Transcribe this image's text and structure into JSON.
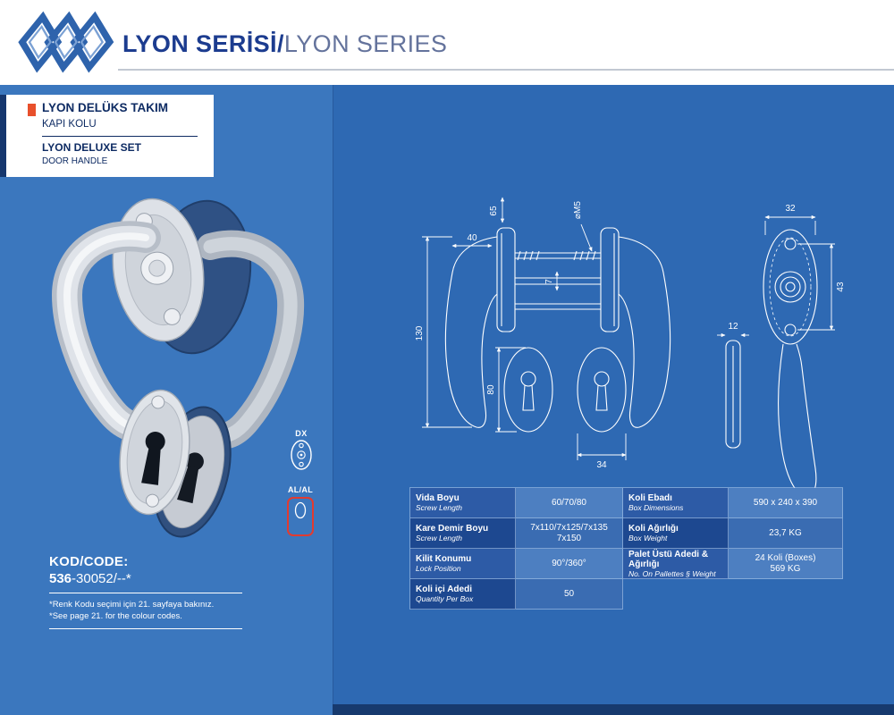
{
  "header": {
    "series_bold": "LYON SERİSİ/",
    "series_light": "LYON SERIES"
  },
  "panel": {
    "name_tr": "LYON DELÜKS TAKIM",
    "sub_tr": "KAPI KOLU",
    "name_en": "LYON DELUXE SET",
    "sub_en": "DOOR HANDLE"
  },
  "badges": {
    "dx": "DX",
    "alal": "AL/AL"
  },
  "code": {
    "label": "KOD/CODE:",
    "bold": "536",
    "rest": "-30052/--*"
  },
  "notes": {
    "tr": "*Renk Kodu seçimi için 21. sayfaya bakınız.",
    "en": "*See page 21. for the colour codes."
  },
  "dims": {
    "d65": "65",
    "d40": "40",
    "dm5": "⌀M5",
    "d7": "7",
    "d130": "130",
    "d80": "80",
    "d34": "34",
    "d32": "32",
    "d43": "43",
    "d12": "12"
  },
  "table": {
    "rows": [
      {
        "label_tr": "Vida Boyu",
        "label_en": "Screw Length",
        "value": "60/70/80",
        "label2_tr": "Koli Ebadı",
        "label2_en": "Box Dimensions",
        "value2": "590 x 240 x 390"
      },
      {
        "label_tr": "Kare Demir Boyu",
        "label_en": "Screw Length",
        "value": "7x110/7x125/7x135\n7x150",
        "label2_tr": "Koli Ağırlığı",
        "label2_en": "Box Weight",
        "value2": "23,7 KG"
      },
      {
        "label_tr": "Kilit Konumu",
        "label_en": "Lock Position",
        "value": "90°/360°",
        "label2_tr": "Palet Üstü Adedi & Ağırlığı",
        "label2_en": "No. On Pallettes § Weight",
        "value2": "24 Koli (Boxes)\n569 KG"
      },
      {
        "label_tr": "Koli içi Adedi",
        "label_en": "Quantity Per Box",
        "value": "50",
        "label2_tr": "",
        "label2_en": "",
        "value2": ""
      }
    ]
  },
  "colors": {
    "bg_left": "#3b77be",
    "bg_right": "#2e69b3",
    "navy_strip": "#173a6e",
    "accent_red": "#e8502c",
    "badge_red": "#e23b30",
    "title_blue": "#1c3c8f"
  }
}
